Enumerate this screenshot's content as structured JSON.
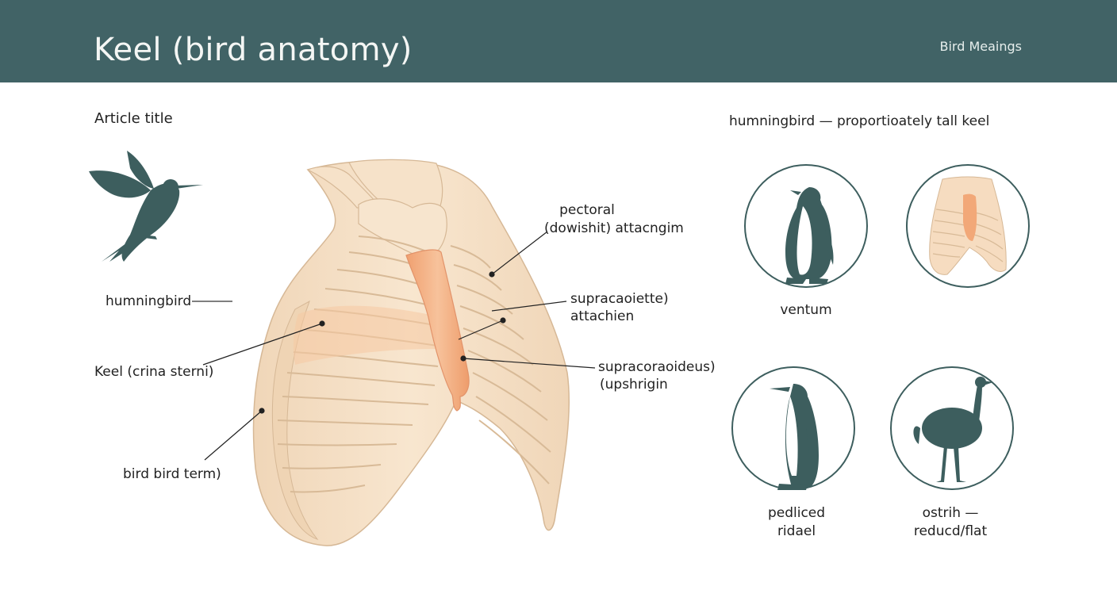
{
  "header": {
    "title": "Keel (bird anatomy)",
    "brand": "Bird Meaings"
  },
  "left": {
    "article_title": "Article title",
    "label_hummingbird": "humningbird",
    "label_keel": "Keel (crina sterni)",
    "label_bird_term": "bird bird term)"
  },
  "diagram": {
    "label_pectoral_1": "pectoral",
    "label_pectoral_2": "(dowishit) attacngim",
    "label_supra1_1": "supracaoiette)",
    "label_supra1_2": "attachien",
    "label_supra2_1": "supracoraoideus)",
    "label_supra2_2": "(upshrigin"
  },
  "right": {
    "heading": "humningbird — proportioately tall keel",
    "items": [
      {
        "label": "ventum"
      },
      {
        "label": ""
      },
      {
        "label_1": "pedliced",
        "label_2": "ridael"
      },
      {
        "label_1": "ostrih —",
        "label_2": "reducd/flat"
      }
    ]
  },
  "colors": {
    "header_bg": "#416366",
    "silhouette": "#3d5e5e",
    "bone": "#f3dcc0",
    "bone_outline": "#d9bb98",
    "keel_accent": "#f2a878"
  }
}
